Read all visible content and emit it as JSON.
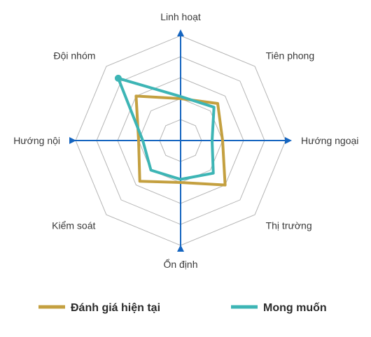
{
  "chart_data": {
    "type": "radar",
    "title": "",
    "axes": [
      "Linh hoạt",
      "Tiên phong",
      "Hướng ngoại",
      "Thị trường",
      "Ổn định",
      "Kiểm soát",
      "Hướng nội",
      "Đội nhóm"
    ],
    "range": [
      0,
      5
    ],
    "grid_levels": 5,
    "grid": true,
    "legend_position": "bottom",
    "series": [
      {
        "name": "Đánh giá hiện tại",
        "color": "#C4A040",
        "values": [
          2.0,
          2.5,
          2.0,
          3.0,
          2.0,
          2.75,
          2.0,
          3.0
        ]
      },
      {
        "name": "Mong muốn",
        "color": "#3DB5B5",
        "values": [
          2.1,
          2.25,
          1.5,
          2.2,
          1.85,
          2.0,
          1.8,
          4.2
        ]
      }
    ]
  },
  "colors": {
    "axis": "#1565C0",
    "grid": "#b5b5b5"
  }
}
